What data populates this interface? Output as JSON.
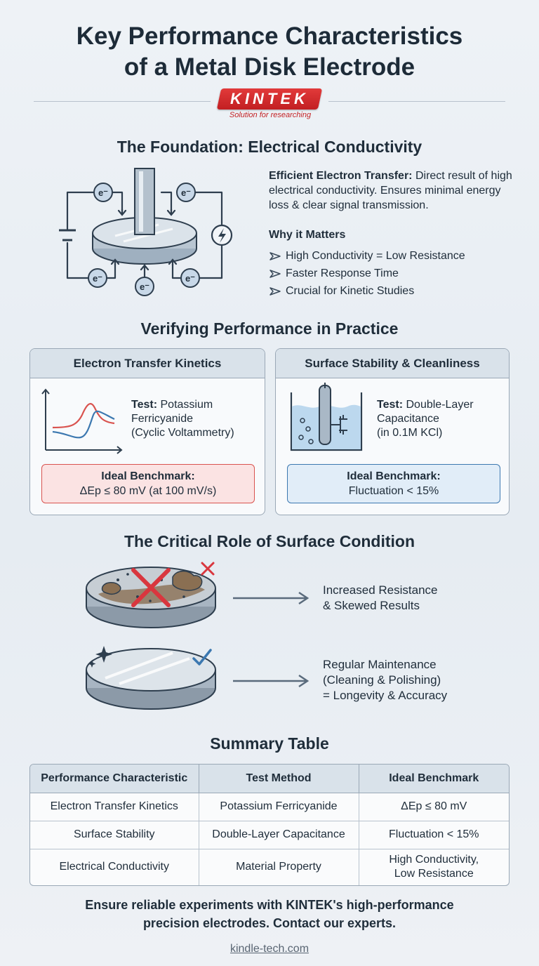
{
  "title": {
    "line1": "Key Performance Characteristics",
    "line2": "of a Metal Disk Electrode"
  },
  "logo": {
    "brand": "KINTEK",
    "tagline": "Solution for researching",
    "color": "#c21f22"
  },
  "foundation": {
    "heading": "The Foundation: Electrical Conductivity",
    "electron_label": "e⁻",
    "transfer_title": "Efficient Electron Transfer:",
    "transfer_text": "Direct result of high electrical conductivity. Ensures minimal energy loss & clear signal transmission.",
    "why_heading": "Why it Matters",
    "why_items": [
      "High Conductivity = Low Resistance",
      "Faster Response Time",
      "Crucial for Kinetic Studies"
    ]
  },
  "verifying": {
    "heading": "Verifying Performance in Practice",
    "cards": [
      {
        "title": "Electron Transfer Kinetics",
        "test_label": "Test:",
        "test_lines": [
          "Potassium",
          "Ferricyanide",
          "(Cyclic Voltammetry)"
        ],
        "bench_title": "Ideal Benchmark:",
        "bench_value": "ΔEp ≤ 80 mV (at 100 mV/s)"
      },
      {
        "title": "Surface Stability & Cleanliness",
        "test_label": "Test:",
        "test_lines": [
          "Double-Layer",
          "Capacitance",
          "(in 0.1M KCl)"
        ],
        "bench_title": "Ideal Benchmark:",
        "bench_value": "Fluctuation < 15%"
      }
    ]
  },
  "surface": {
    "heading": "The Critical Role of Surface Condition",
    "bad_lines": [
      "Increased Resistance",
      "& Skewed Results"
    ],
    "good_lines": [
      "Regular Maintenance",
      "(Cleaning & Polishing)",
      "= Longevity & Accuracy"
    ]
  },
  "summary": {
    "heading": "Summary Table",
    "columns": [
      "Performance Characteristic",
      "Test Method",
      "Ideal Benchmark"
    ],
    "rows": [
      [
        "Electron Transfer Kinetics",
        "Potassium Ferricyanide",
        "ΔEp ≤ 80 mV"
      ],
      [
        "Surface Stability",
        "Double-Layer Capacitance",
        "Fluctuation < 15%"
      ],
      [
        "Electrical Conductivity",
        "Material Property",
        "High Conductivity,",
        "Low Resistance"
      ]
    ]
  },
  "cta": {
    "line1": "Ensure reliable experiments with KINTEK's high-performance",
    "line2": "precision electrodes. Contact our experts."
  },
  "website": "kindle-tech.com"
}
